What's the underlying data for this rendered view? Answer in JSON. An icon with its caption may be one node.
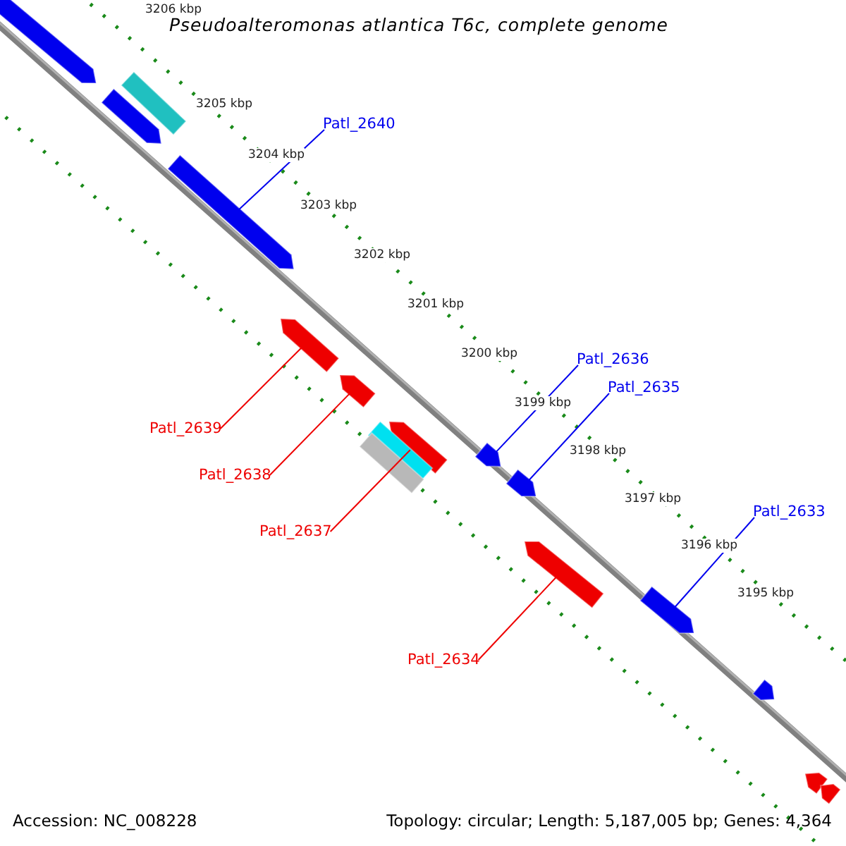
{
  "diagram": {
    "title": "Pseudoalteromonas atlantica T6c, complete genome",
    "nodes": [
      {
        "text": [
          "Patl_2640"
        ]
      },
      {
        "text": [
          "Patl_2636"
        ]
      },
      {
        "text": [
          "Patl_2635"
        ]
      },
      {
        "text": [
          "Patl_2633"
        ]
      },
      {
        "text": [
          "Patl_2639"
        ]
      },
      {
        "text": [
          "Patl_2638"
        ]
      },
      {
        "text": [
          "Patl_2637"
        ]
      },
      {
        "text": [
          "Patl_2634"
        ]
      },
      {
        "text": [],
        "shape": "bar"
      },
      {
        "text": [],
        "shape": "bar"
      },
      {
        "text": [],
        "shape": "bar"
      },
      {
        "text": [],
        "shape": "bar"
      },
      {
        "text": [],
        "shape": "bar"
      },
      {
        "text": [],
        "shape": "bar"
      },
      {
        "text": [],
        "shape": "bar"
      },
      {
        "text": [],
        "shape": "bar"
      },
      {
        "text": [],
        "shape": "bar"
      },
      {
        "text": [],
        "shape": "bar"
      },
      {
        "text": [],
        "shape": "bar"
      },
      {
        "text": [],
        "shape": "bar"
      },
      {
        "text": [],
        "shape": "bar"
      },
      {
        "text": [],
        "shape": "bar"
      },
      {
        "text": [],
        "shape": "bar"
      },
      {
        "text": [],
        "shape": "bar"
      }
    ],
    "edges": [
      {
        "from": 0,
        "to": 11,
        "arrow": "none"
      },
      {
        "from": 1,
        "to": 17,
        "arrow": "none"
      },
      {
        "from": 2,
        "to": 18,
        "arrow": "none"
      },
      {
        "from": 3,
        "to": 20,
        "arrow": "none"
      },
      {
        "from": 4,
        "to": 12,
        "arrow": "none",
        "color": "#ee0000"
      },
      {
        "from": 5,
        "to": 13,
        "arrow": "none",
        "color": "#ee0000"
      },
      {
        "from": 6,
        "to": 14,
        "arrow": "none",
        "color": "#ee0000"
      },
      {
        "from": 7,
        "to": 19,
        "arrow": "none",
        "color": "#ee0000"
      }
    ],
    "labels": [
      "3206 kbp",
      "3205 kbp",
      "3204 kbp",
      "3203 kbp",
      "3202 kbp",
      "3201 kbp",
      "3200 kbp",
      "3199 kbp",
      "3198 kbp",
      "3197 kbp",
      "3196 kbp",
      "3195 kbp",
      "Accession: NC_008228",
      "Topology: circular; Length: 5,187,005 bp; Genes: 4,364"
    ]
  }
}
